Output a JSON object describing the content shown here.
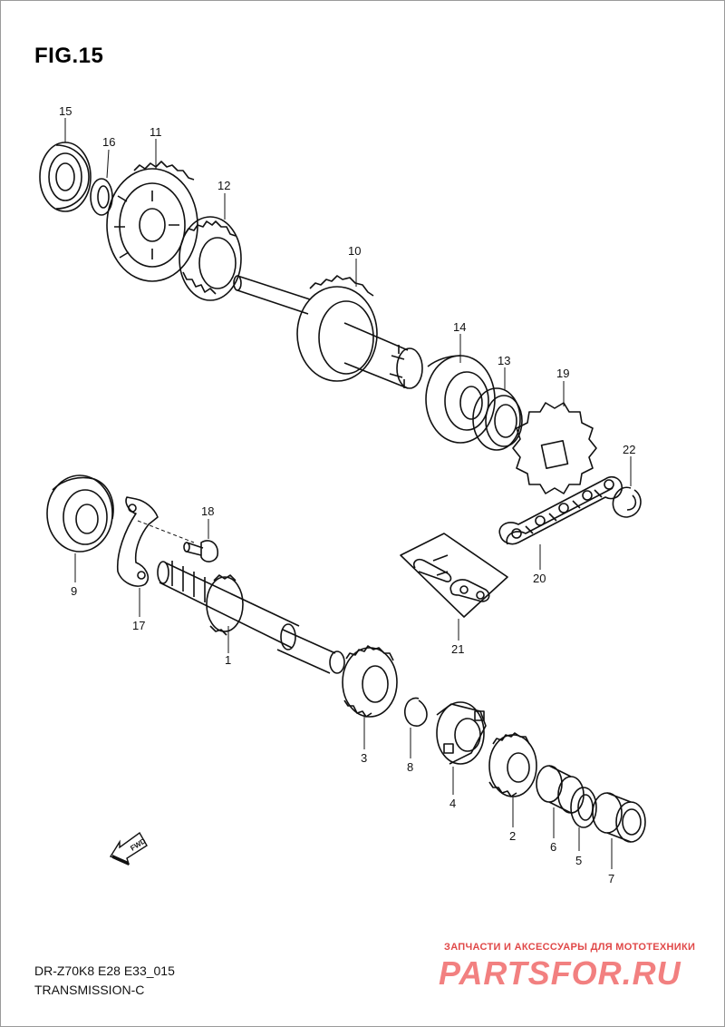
{
  "figure_title": "FIG.15",
  "model_code": "DR-Z70K8 E28 E33_015",
  "section_title": "TRANSMISSION-C",
  "fwd_arrow_label": "FWD",
  "watermark": {
    "line": "ЗАПЧАСТИ И АКСЕССУАРЫ ДЛЯ МОТОТЕХНИКИ",
    "logo": "PARTSFOR.RU"
  },
  "callouts": {
    "p1": "1",
    "p2": "2",
    "p3": "3",
    "p4": "4",
    "p5": "5",
    "p6": "6",
    "p7": "7",
    "p8": "8",
    "p9": "9",
    "p10": "10",
    "p11": "11",
    "p12": "12",
    "p13": "13",
    "p14": "14",
    "p15": "15",
    "p16": "16",
    "p17": "17",
    "p18": "18",
    "p19": "19",
    "p20": "20",
    "p21": "21",
    "p22": "22"
  }
}
